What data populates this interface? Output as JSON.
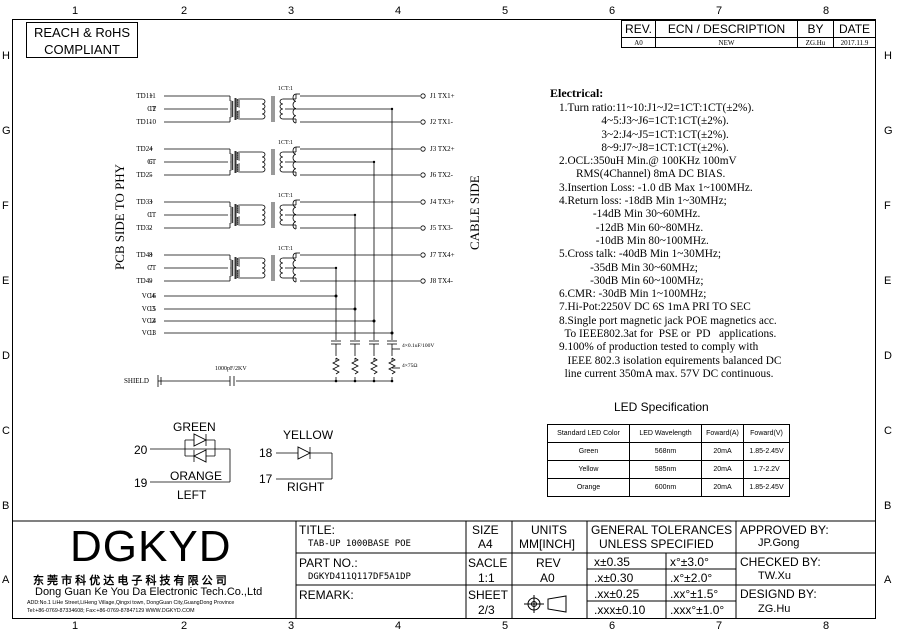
{
  "zones": {
    "cols": [
      "1",
      "2",
      "3",
      "4",
      "5",
      "6",
      "7",
      "8"
    ],
    "rows": [
      "H",
      "G",
      "F",
      "E",
      "D",
      "C",
      "B",
      "A"
    ]
  },
  "reach": {
    "line1": "REACH & RoHS",
    "line2": "COMPLIANT"
  },
  "revision_block": {
    "headers": {
      "rev": "REV.",
      "ecn": "ECN / DESCRIPTION",
      "by": "BY",
      "date": "DATE"
    },
    "row": {
      "rev": "A0",
      "ecn": "NEW",
      "by": "ZG.Hu",
      "date": "2017.11.9"
    }
  },
  "schematic": {
    "pcb_side": "PCB SIDE TO PHY",
    "cable_side": "CABLE SIDE",
    "left_pins": [
      {
        "name": "TD1+",
        "num": "11"
      },
      {
        "name": "CT",
        "num": "12"
      },
      {
        "name": "TD1-",
        "num": "10"
      },
      {
        "name": "TD2+",
        "num": "4"
      },
      {
        "name": "CT",
        "num": "6"
      },
      {
        "name": "TD2-",
        "num": "5"
      },
      {
        "name": "TD3+",
        "num": "3"
      },
      {
        "name": "CT",
        "num": "1"
      },
      {
        "name": "TD3-",
        "num": "2"
      },
      {
        "name": "TD4+",
        "num": "8"
      },
      {
        "name": "CT",
        "num": "7"
      },
      {
        "name": "TD4-",
        "num": "9"
      },
      {
        "name": "VC4",
        "num": "16"
      },
      {
        "name": "VC3",
        "num": "15"
      },
      {
        "name": "VC2",
        "num": "14"
      },
      {
        "name": "VC1",
        "num": "13"
      }
    ],
    "right_pins": [
      "J1  TX1+",
      "J2  TX1-",
      "J3  TX2+",
      "J6  TX2-",
      "J4  TX3+",
      "J5  TX3-",
      "J7  TX4+",
      "J8  TX4-"
    ],
    "ratio": "1CT:1",
    "shield": "SHIELD",
    "shield_cap": "1000pF/2KV",
    "caps": "4×0.1uF/100V",
    "resistors": "4×75Ω"
  },
  "leds": {
    "green": "GREEN",
    "orange": "ORANGE",
    "left": "LEFT",
    "yellow": "YELLOW",
    "right": "RIGHT",
    "pin20": "20",
    "pin19": "19",
    "pin18": "18",
    "pin17": "17"
  },
  "electrical": {
    "title": "Electrical:",
    "lines": [
      "1.Turn ratio:11~10:J1~J2=1CT:1CT(±2%).",
      "               4~5:J3~J6=1CT:1CT(±2%).",
      "               3~2:J4~J5=1CT:1CT(±2%).",
      "               8~9:J7~J8=1CT:1CT(±2%).",
      "2.OCL:350uH Min.@ 100KHz 100mV",
      "      RMS(4Channel) 8mA DC BIAS.",
      "3.Insertion Loss: -1.0 dB Max 1~100MHz.",
      "4.Return loss: -18dB Min 1~30MHz;",
      "            -14dB Min 30~60MHz.",
      "             -12dB Min 60~80MHz.",
      "             -10dB Min 80~100MHz.",
      "5.Cross talk: -40dB Min 1~30MHz;",
      "           -35dB Min 30~60MHz;",
      "           -30dB Min 60~100MHz;",
      "6.CMR: -30dB Min 1~100MHz;",
      "7.Hi-Pot:2250V DC 6S 1mA PRI TO SEC",
      "8.Single port magnetic jack POE magnetics acc.",
      "  To IEEE802.3at for  PSE or  PD   applications.",
      "9.100% of production tested to comply with",
      "   IEEE 802.3 isolation equirements balanced DC",
      "  line current 350mA max. 57V DC continuous."
    ]
  },
  "led_spec": {
    "title": "LED Specification",
    "headers": [
      "Standard LED Color",
      "LED Wavelength",
      "Foward(A)",
      "Foward(V)"
    ],
    "rows": [
      [
        "Green",
        "568nm",
        "20mA",
        "1.85-2.45V"
      ],
      [
        "Yellow",
        "585nm",
        "20mA",
        "1.7-2.2V"
      ],
      [
        "Orange",
        "600nm",
        "20mA",
        "1.85-2.45V"
      ]
    ]
  },
  "title_block": {
    "logo": "DGKYD",
    "company_cn": "东 莞 市 科 优 达 电 子 科 技 有 限 公 司",
    "company_en": "Dong Guan Ke You Da Electronic Tech.Co.,Ltd",
    "address": "ADD:No.1 LiHe Street,LiHeng Village,Qingxi town, DongGuan City,GuangDong Province",
    "contact": "Tel:+86-0769-87334608; Fax:+86-0769-87847129  WWW.DGKYD.COM",
    "title_label": "TITLE:",
    "title_value": "TAB-UP 1000BASE POE",
    "part_label": "PART NO.:",
    "part_value": "DGKYD411Q117DF5A1DP",
    "remark_label": "REMARK:",
    "size_label": "SIZE",
    "size_value": "A4",
    "scale_label": "SACLE",
    "scale_value": "1:1",
    "sheet_label": "SHEET",
    "sheet_value": "2/3",
    "units_label": "UNITS",
    "units_value": "MM[INCH]",
    "rev_label": "REV",
    "rev_value": "A0",
    "tol_title1": "GENERAL TOLERANCES",
    "tol_title2": "UNLESS SPECIFIED",
    "tol": [
      [
        "x±0.35",
        "x°±3.0°"
      ],
      [
        ".x±0.30",
        ".x°±2.0°"
      ],
      [
        ".xx±0.25",
        ".xx°±1.5°"
      ],
      [
        ".xxx±0.10",
        ".xxx°±1.0°"
      ]
    ],
    "approved_label": "APPROVED BY:",
    "approved_value": "JP.Gong",
    "checked_label": "CHECKED BY:",
    "checked_value": "TW.Xu",
    "design_label": "DESIGND BY:",
    "design_value": "ZG.Hu"
  }
}
